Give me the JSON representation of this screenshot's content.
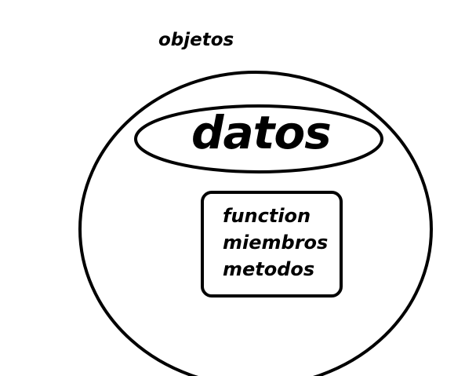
{
  "labels": {
    "outer": "objetos",
    "ellipse": "datos",
    "box_items": [
      "function",
      "miembros",
      "metodos"
    ]
  },
  "colors": {
    "stroke": "#000000",
    "background": "#ffffff"
  }
}
